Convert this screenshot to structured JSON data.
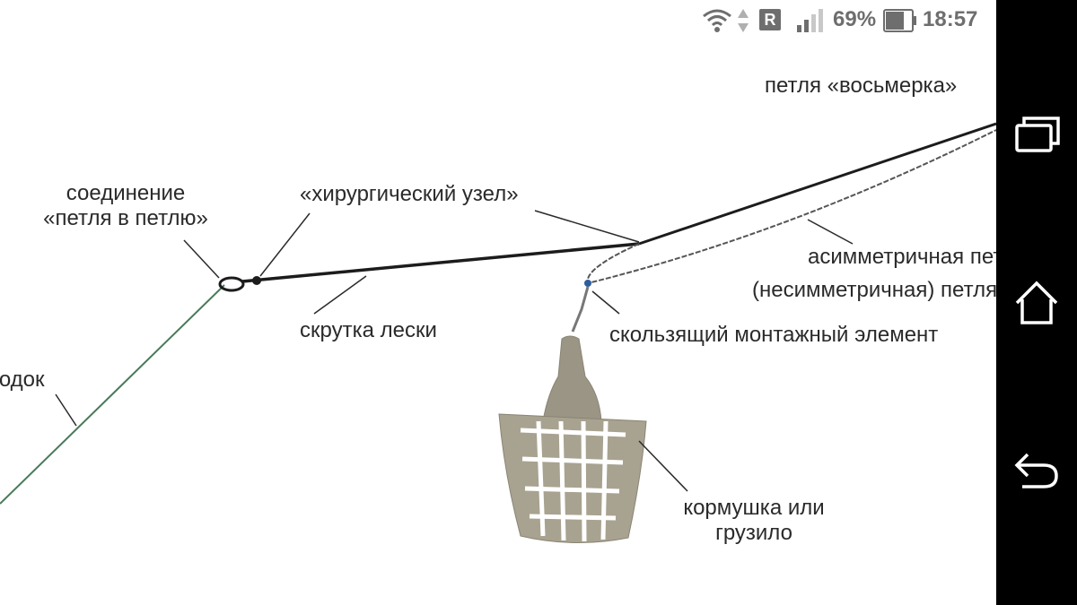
{
  "status_bar": {
    "carrier_badge": "R",
    "battery_percent": "69%",
    "time": "18:57",
    "icons": [
      "wifi-icon",
      "data-arrows-icon",
      "signal-icon",
      "battery-icon"
    ]
  },
  "diagram": {
    "labels": {
      "loop_connection_line1": "соединение",
      "loop_connection_line2": "«петля в петлю»",
      "surgeon_knot": "«хирургический узел»",
      "figure_eight_loop": "петля «восьмерка»",
      "leader": "поводок",
      "line_twist": "скрутка лески",
      "asym_loop_line1": "асимметричная петля",
      "asym_loop_line2": "(несимметричная) петля",
      "sliding_element": "скользящий монтажный элемент",
      "feeder_line1": "кормушка или",
      "feeder_line2": "грузило"
    },
    "colors": {
      "line": "#1c1c1c",
      "leader_line": "#4a7a5a",
      "feeder": "#9b9585",
      "label_text": "#2a2a2a"
    }
  },
  "nav_bar": {
    "buttons": [
      "recent-apps",
      "home",
      "back"
    ]
  }
}
